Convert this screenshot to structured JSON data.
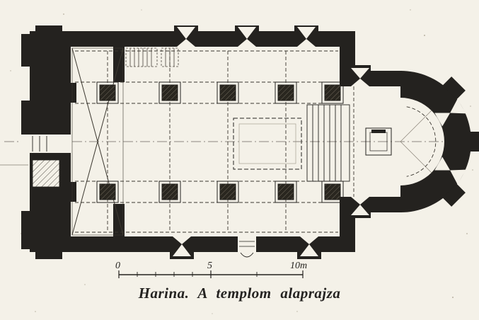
{
  "figure": {
    "caption": "Harina. A templom alaprajza",
    "scale_bar": {
      "start_label": "0",
      "mid_label": "5",
      "end_label": "10m"
    }
  },
  "colors": {
    "ink": "#24221f",
    "paper": "#f4f1e8"
  }
}
